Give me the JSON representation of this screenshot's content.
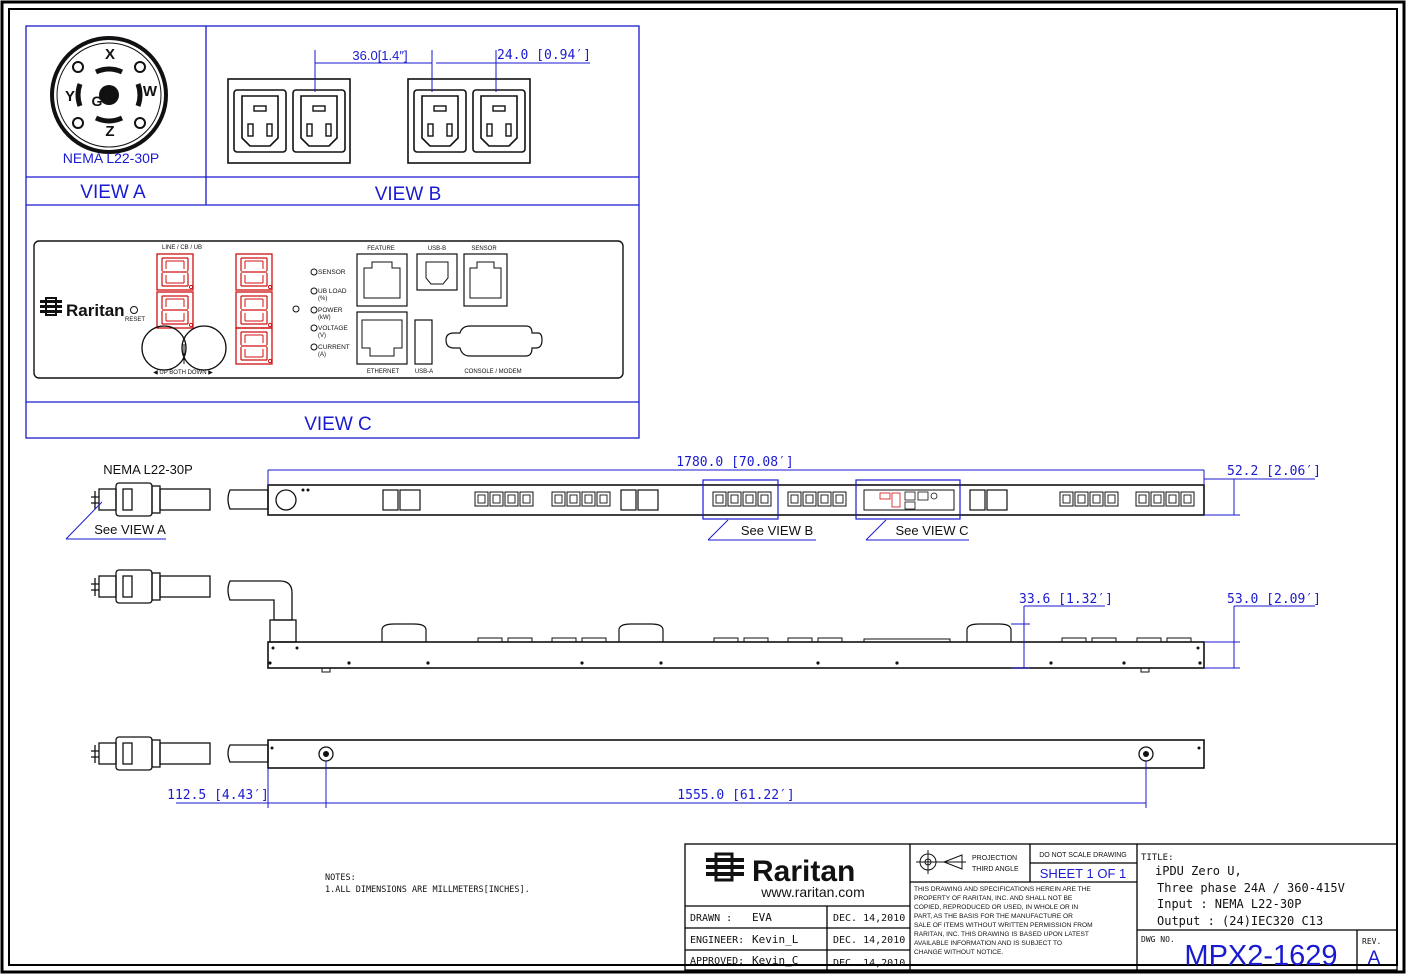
{
  "views": {
    "view_a": "VIEW A",
    "view_b": "VIEW B",
    "view_c": "VIEW C",
    "nema_label": "NEMA L22-30P",
    "pin_x": "X",
    "pin_y": "Y",
    "pin_g": "G",
    "pin_w": "W",
    "pin_z": "Z"
  },
  "dimensions": {
    "outlet_pitch": "36.0[1.4″]",
    "outlet_pair_gap": "24.0 [0.94′]",
    "overall_length": "1780.0 [70.08′]",
    "width": "52.2 [2.06′]",
    "depth_step": "33.6 [1.32′]",
    "depth": "53.0 [2.09′]",
    "mount_offset": "112.5 [4.43′]",
    "mount_spacing": "1555.0 [61.22′]"
  },
  "callouts": {
    "front_plug_label": "NEMA L22-30P",
    "see_view_a": "See VIEW A",
    "see_view_b": "See VIEW B",
    "see_view_c": "See VIEW C"
  },
  "panel": {
    "brand": "Raritan",
    "reset": "RESET",
    "line_cb_ub": "LINE / CB / UB",
    "up_both_down": "◀    UP  BOTH  DOWN   ▶",
    "leds": [
      "SENSOR",
      "UB LOAD",
      "POWER",
      "VOLTAGE",
      "CURRENT"
    ],
    "led_units": [
      "",
      "(%)",
      "(kW)",
      "(V)",
      "(A)"
    ],
    "feature": "FEATURE",
    "usb_b": "USB-B",
    "sensor": "SENSOR",
    "ethernet": "ETHERNET",
    "usb_a": "USB-A",
    "console_modem": "CONSOLE / MODEM"
  },
  "notes": {
    "heading": "NOTES:",
    "line1": "1.ALL  DIMENSIONS  ARE  MILLMETERS[INCHES]."
  },
  "title_block": {
    "logo": "Raritan",
    "website": "www.raritan.com",
    "drawn_label": "DRAWN :",
    "drawn_name": "EVA",
    "drawn_date": "DEC. 14,2010",
    "engineer_label": "ENGINEER:",
    "engineer_name": "Kevin_L",
    "engineer_date": "DEC. 14,2010",
    "approved_label": "APPROVED:",
    "approved_name": "Kevin_C",
    "approved_date": "DEC. 14,2010",
    "projection": "PROJECTION",
    "third_angle": "THIRD ANGLE",
    "do_not_scale": "DO NOT SCALE DRAWING",
    "sheet": "SHEET 1 OF 1",
    "disclaimer": [
      "THIS DRAWING AND SPECIFICATIONS HEREIN ARE THE",
      "PROPERTY OF RARITAN, INC. AND SHALL NOT BE",
      "COPIED, REPRODUCED OR USED, IN WHOLE OR IN",
      "PART, AS THE BASIS FOR THE MANUFACTURE OR",
      "SALE OF ITEMS WITHOUT WRITTEN PERMISSION FROM",
      "RARITAN, INC. THIS DRAWING IS BASED UPON LATEST",
      "AVAILABLE INFORMATION AND IS SUBJECT TO",
      "CHANGE WITHOUT NOTICE."
    ],
    "title_label": "TITLE:",
    "title_lines": [
      "iPDU Zero U,",
      "Three phase 24A / 360-415V",
      "Input : NEMA L22-30P",
      "Output : (24)IEC320 C13"
    ],
    "dwg_label": "DWG NO.",
    "dwg_no": "MPX2-1629",
    "rev_label": "REV.",
    "rev": "A"
  },
  "colors": {
    "annotation": "#1a1ad0",
    "line": "#111111",
    "display": "#d01010"
  }
}
